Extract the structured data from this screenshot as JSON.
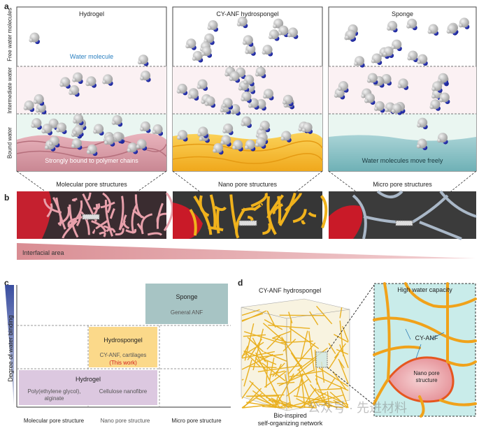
{
  "panel_a": {
    "label": "a",
    "row_labels": [
      "Free water molecules",
      "Intermediate water",
      "Bound water"
    ],
    "columns": [
      {
        "title": "Hydrogel",
        "top_note": "Water molecule",
        "bottom_note": "Strongly bound to polymer chains",
        "structure": "Molecular pore structures"
      },
      {
        "title": "CY-ANF hydrospongel",
        "top_note": "",
        "bottom_note": "",
        "structure": "Nano pore structures"
      },
      {
        "title": "Sponge",
        "top_note": "",
        "bottom_note": "Water molecules move freely",
        "structure": "Micro pore structures"
      }
    ],
    "colors": {
      "free_band": "#ffffff",
      "intermediate_band": "#fbf1f3",
      "bound_band": "#eaf6f1",
      "molecule_gray": "#c9c9c9",
      "molecule_blue": "#1c2ab8"
    }
  },
  "panel_b": {
    "label": "b",
    "gradient_label": "Interfacial area",
    "colors": {
      "hydrogel": "#d9707c",
      "nano": "#e8b020",
      "micro": "#9aa9ba",
      "red": "#d0182a",
      "bg": "#3a3a3a"
    }
  },
  "panel_c": {
    "label": "c",
    "y_axis_label": "Degree of water binding",
    "x_labels": [
      "Molecular pore structure",
      "Nano pore structure",
      "Micro pore structure"
    ],
    "boxes": {
      "sponge": {
        "title": "Sponge",
        "subtitle": "General ANF",
        "color": "#a7c4c4"
      },
      "hydrospongel": {
        "title": "Hydrospongel",
        "subtitle": "CY-ANF, cartilages",
        "highlight": "(This work)",
        "color": "#fbd98a"
      },
      "hydrogel": {
        "title": "Hydrogel",
        "item1": "Poly(ethylene glycol), alginate",
        "item2": "Cellulose nanofibre",
        "color": "#dcc8e0"
      }
    }
  },
  "panel_d": {
    "label": "d",
    "cube_title": "CY-ANF hydrospongel",
    "cube_caption_line1": "Bio-inspired",
    "cube_caption_line2": "self-organizing network",
    "inset_title": "High water capacity",
    "fibre_label": "CY-ANF",
    "pore_label_line1": "Nano pore",
    "pore_label_line2": "structure",
    "watermark": "公众号 · 先进材料"
  }
}
